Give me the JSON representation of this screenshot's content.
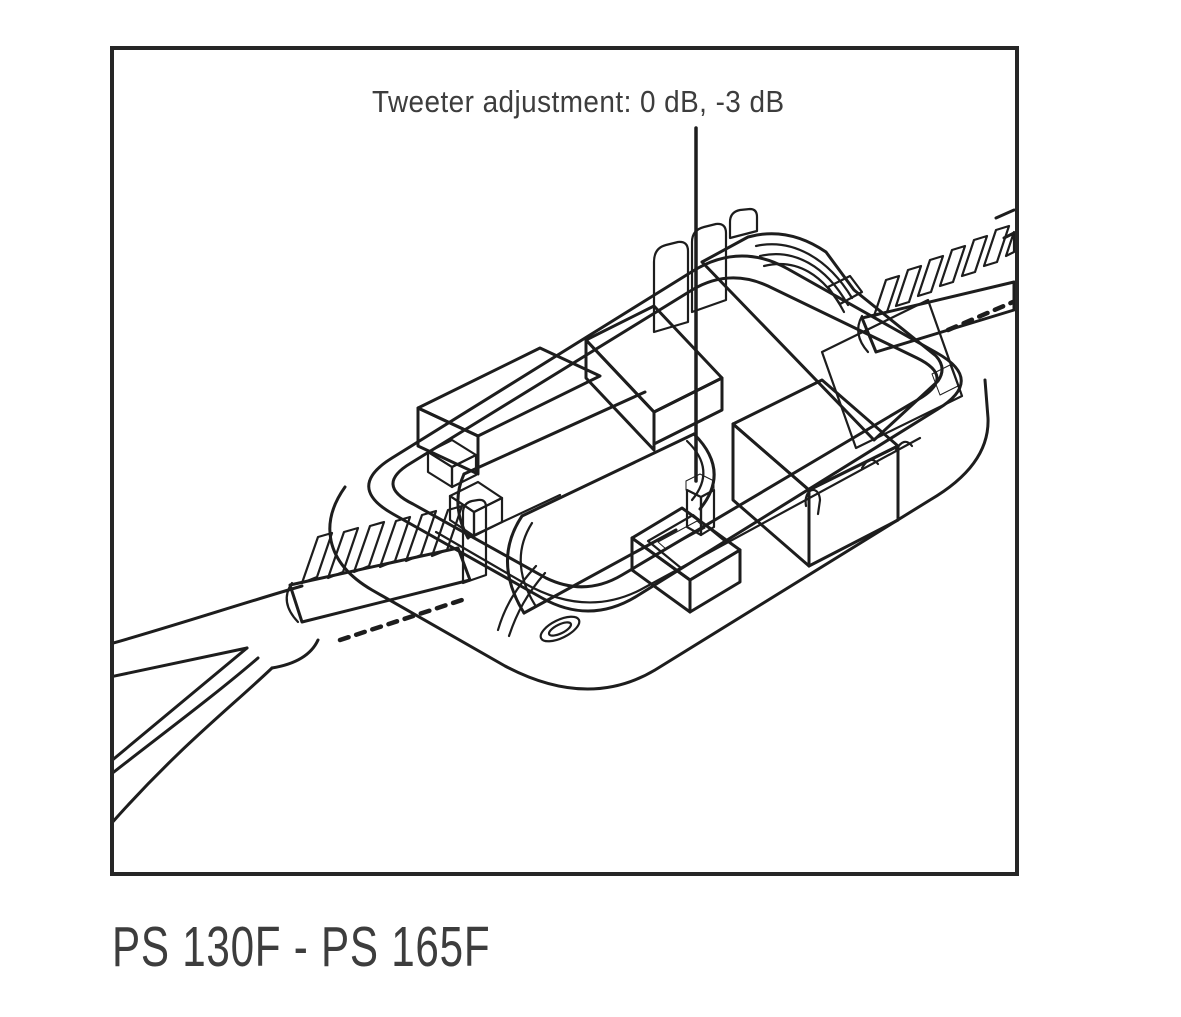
{
  "figure": {
    "callout_label": "Tweeter adjustment: 0 dB, -3 dB",
    "caption": "PS 130F - PS 165F",
    "switch_options": [
      "0 dB",
      "-3 dB"
    ]
  },
  "colors": {
    "line_art": "#1d1d1d",
    "frame": "#262626",
    "text": "#3d3d3d",
    "knob_fill": "#141414",
    "background": "#ffffff"
  }
}
